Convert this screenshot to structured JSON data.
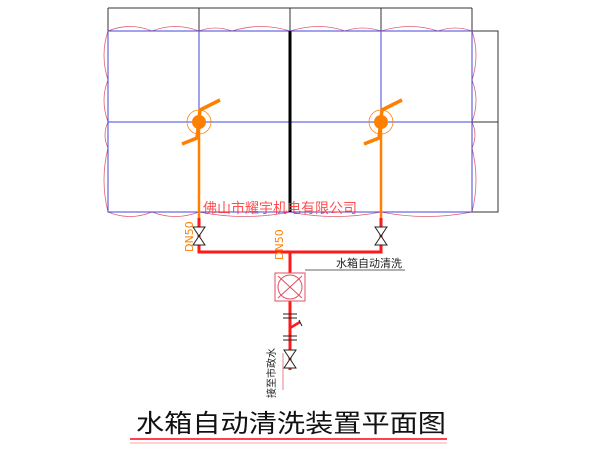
{
  "watermark": "佛山市耀宇机电有限公司",
  "labels": {
    "dn_left": "DN50",
    "dn_center": "DN50",
    "device": "水箱自动清洗",
    "supply": "接至市政水"
  },
  "title": "水箱自动清洗装置平面图",
  "colors": {
    "pipe_red": "#ff1a1a",
    "pipe_orange": "#ff8000",
    "grid_blue": "#4444dd",
    "cloud_red": "#e06070",
    "frame": "#333333"
  }
}
